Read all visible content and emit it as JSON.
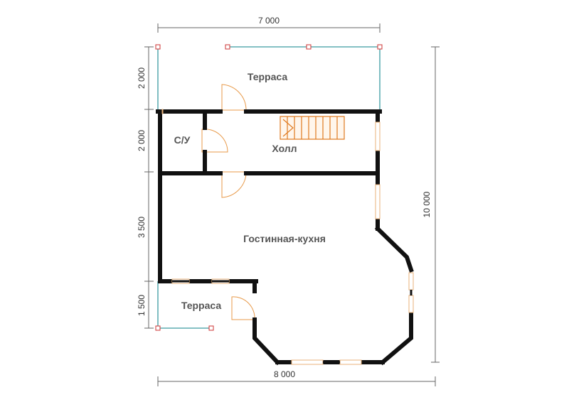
{
  "plan": {
    "dimensions": {
      "top_width": "7 000",
      "bottom_width": "8 000",
      "right_height": "10 000",
      "left_terrace_top": "2 000",
      "left_hall": "2 000",
      "left_living": "3 500",
      "left_terrace_bottom": "1 500"
    },
    "rooms": {
      "terrace_top": "Терраса",
      "bathroom": "С/У",
      "hall": "Холл",
      "living_kitchen": "Гостинная-кухня",
      "terrace_bottom": "Терраса"
    }
  },
  "colors": {
    "wall": "#111111",
    "window": "#e8b27a",
    "stair": "#e07a1f",
    "door": "#e89a4a",
    "railing": "#3a9aa0",
    "post": "#cc3333",
    "dimension_line": "#555555"
  }
}
